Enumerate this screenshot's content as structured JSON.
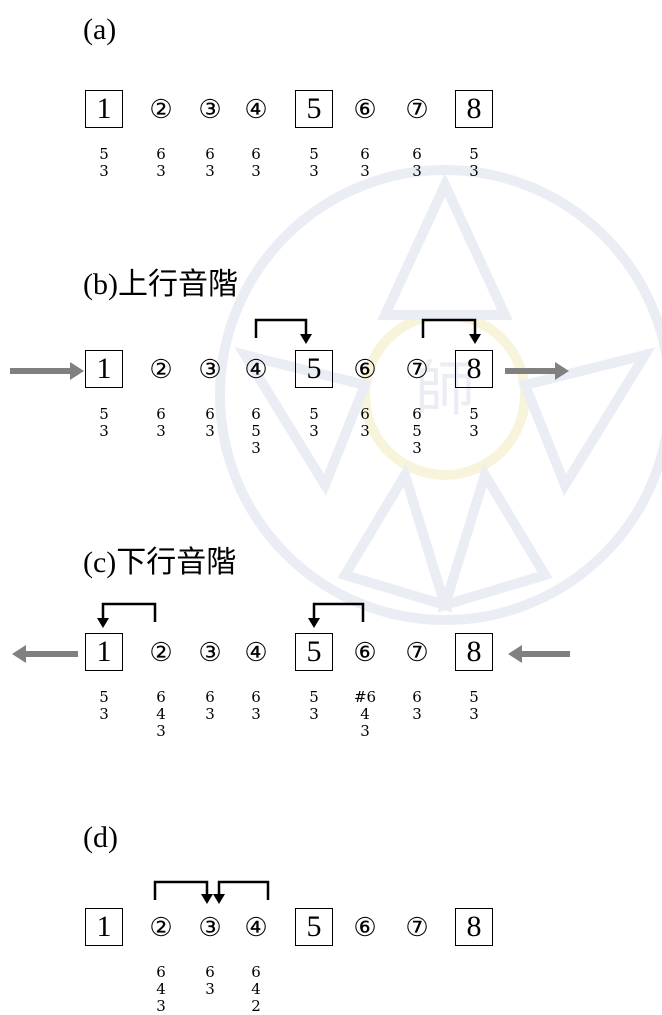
{
  "sections": {
    "a": {
      "label": "(a)",
      "degrees": [
        "1",
        "②",
        "③",
        "④",
        "5",
        "⑥",
        "⑦",
        "8"
      ],
      "figures": [
        [
          "5",
          "3"
        ],
        [
          "6",
          "3"
        ],
        [
          "6",
          "3"
        ],
        [
          "6",
          "3"
        ],
        [
          "5",
          "3"
        ],
        [
          "6",
          "3"
        ],
        [
          "6",
          "3"
        ],
        [
          "5",
          "3"
        ]
      ]
    },
    "b": {
      "label": "(b)上行音階",
      "degrees": [
        "1",
        "②",
        "③",
        "④",
        "5",
        "⑥",
        "⑦",
        "8"
      ],
      "figures": [
        [
          "5",
          "3"
        ],
        [
          "6",
          "3"
        ],
        [
          "6",
          "3"
        ],
        [
          "6",
          "5",
          "3"
        ],
        [
          "5",
          "3"
        ],
        [
          "6",
          "3"
        ],
        [
          "6",
          "5",
          "3"
        ],
        [
          "5",
          "3"
        ]
      ]
    },
    "c": {
      "label": "(c)下行音階",
      "degrees": [
        "1",
        "②",
        "③",
        "④",
        "5",
        "⑥",
        "⑦",
        "8"
      ],
      "figures": [
        [
          "5",
          "3"
        ],
        [
          "6",
          "4",
          "3"
        ],
        [
          "6",
          "3"
        ],
        [
          "6",
          "3"
        ],
        [
          "5",
          "3"
        ],
        [
          "#6",
          "4",
          "3"
        ],
        [
          "6",
          "3"
        ],
        [
          "5",
          "3"
        ]
      ]
    },
    "d": {
      "label": "(d)",
      "degrees": [
        "1",
        "②",
        "③",
        "④",
        "5",
        "⑥",
        "⑦",
        "8"
      ],
      "figures": [
        [],
        [
          "6",
          "4",
          "3"
        ],
        [
          "6",
          "3"
        ],
        [
          "6",
          "4",
          "2"
        ],
        [],
        [],
        [],
        []
      ]
    }
  },
  "watermark_text": "師",
  "colors": {
    "arrow_gray": "#808080",
    "watermark": "#a9b0d6",
    "watermark_accent": "#e0d060"
  }
}
